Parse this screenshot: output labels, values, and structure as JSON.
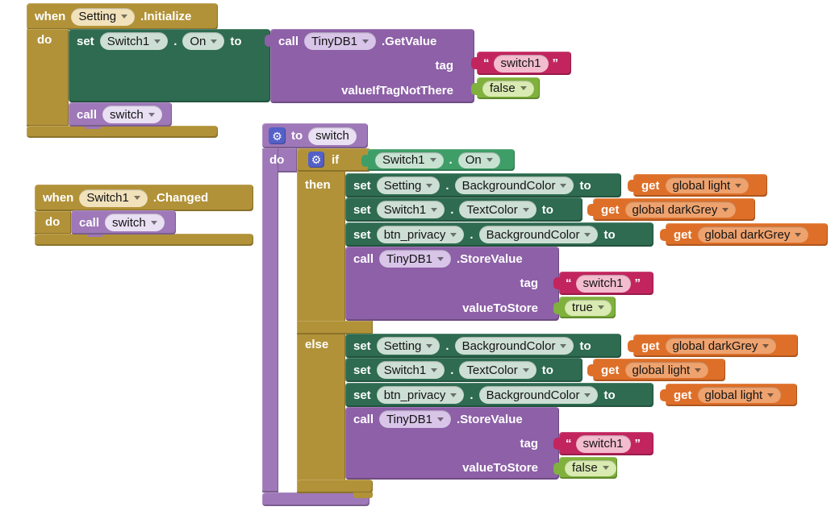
{
  "icons": {
    "gear": "⚙",
    "dropdown": "▾"
  },
  "colors": {
    "event_gold": "#B29238",
    "setter_green": "#2E6B50",
    "getter_green": "#3F9E68",
    "method_purple": "#8D60A7",
    "procedure_purple": "#9E78B8",
    "variable_orange": "#DE6F28",
    "text_magenta": "#C2255E",
    "logic_green": "#7FB13C",
    "gear_blue": "#5360C8"
  },
  "blocks": {
    "when_setting_initialize": {
      "when_label": "when",
      "component": "Setting",
      "event": ".Initialize",
      "do_label": "do",
      "set_switch_on": {
        "set_label": "set",
        "component": "Switch1",
        "dot": ".",
        "property": "On",
        "to_label": "to"
      },
      "call_tinydb_getvalue": {
        "call_label": "call",
        "component": "TinyDB1",
        "method": ".GetValue",
        "tag_label": "tag",
        "tag_open_quote": "“",
        "tag_text": "switch1",
        "tag_close_quote": "”",
        "if_not_there_label": "valueIfTagNotThere",
        "if_not_there_value": "false"
      },
      "call_switch": {
        "call_label": "call",
        "procedure": "switch"
      }
    },
    "when_switch1_changed": {
      "when_label": "when",
      "component": "Switch1",
      "event": ".Changed",
      "do_label": "do",
      "call_switch": {
        "call_label": "call",
        "procedure": "switch"
      }
    },
    "to_switch_procedure": {
      "to_label": "to",
      "name": "switch",
      "do_label": "do",
      "if_block": {
        "if_label": "if",
        "then_label": "then",
        "else_label": "else",
        "condition": {
          "component": "Switch1",
          "dot": ".",
          "property": "On"
        },
        "then_rows": [
          {
            "set_label": "set",
            "component": "Setting",
            "dot": ".",
            "property": "BackgroundColor",
            "to_label": "to",
            "get_label": "get",
            "variable": "global light"
          },
          {
            "set_label": "set",
            "component": "Switch1",
            "dot": ".",
            "property": "TextColor",
            "to_label": "to",
            "get_label": "get",
            "variable": "global darkGrey"
          },
          {
            "set_label": "set",
            "component": "btn_privacy",
            "dot": ".",
            "property": "BackgroundColor",
            "to_label": "to",
            "get_label": "get",
            "variable": "global darkGrey"
          }
        ],
        "then_store": {
          "call_label": "call",
          "component": "TinyDB1",
          "method": ".StoreValue",
          "tag_label": "tag",
          "tag_open_quote": "“",
          "tag_text": "switch1",
          "tag_close_quote": "”",
          "value_label": "valueToStore",
          "value": "true"
        },
        "else_rows": [
          {
            "set_label": "set",
            "component": "Setting",
            "dot": ".",
            "property": "BackgroundColor",
            "to_label": "to",
            "get_label": "get",
            "variable": "global darkGrey"
          },
          {
            "set_label": "set",
            "component": "Switch1",
            "dot": ".",
            "property": "TextColor",
            "to_label": "to",
            "get_label": "get",
            "variable": "global light"
          },
          {
            "set_label": "set",
            "component": "btn_privacy",
            "dot": ".",
            "property": "BackgroundColor",
            "to_label": "to",
            "get_label": "get",
            "variable": "global light"
          }
        ],
        "else_store": {
          "call_label": "call",
          "component": "TinyDB1",
          "method": ".StoreValue",
          "tag_label": "tag",
          "tag_open_quote": "“",
          "tag_text": "switch1",
          "tag_close_quote": "”",
          "value_label": "valueToStore",
          "value": "false"
        }
      }
    }
  }
}
